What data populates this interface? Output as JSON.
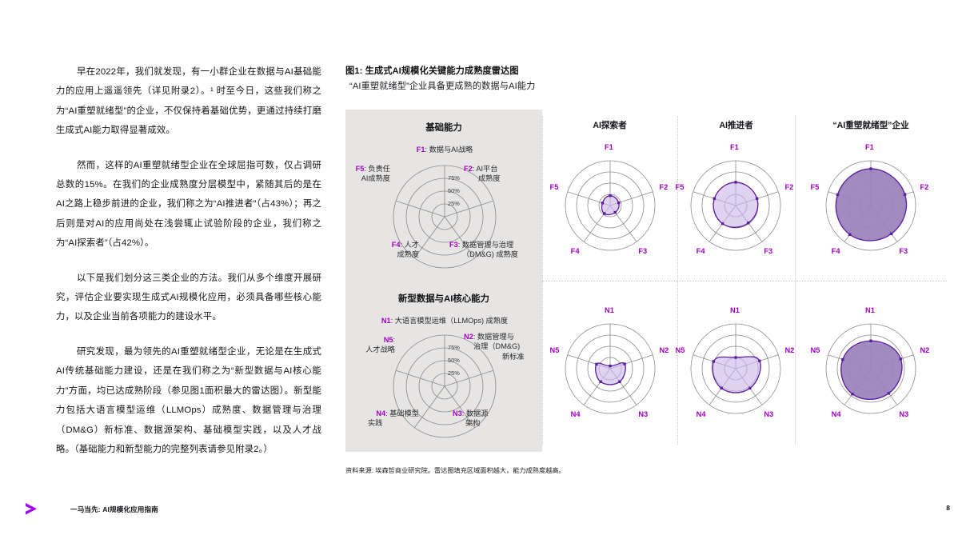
{
  "body_paragraphs": [
    "早在2022年，我们就发现，有一小群企业在数据与AI基础能力的应用上遥遥领先（详见附录2）。¹ 时至今日，这些我们称之为“AI重塑就绪型”的企业，不仅保持着基础优势，更通过持续打磨生成式AI能力取得显著成效。",
    "然而，这样的AI重塑就绪型企业在全球屈指可数，仅占调研总数的15%。在我们的企业成熟度分层模型中，紧随其后的是在AI之路上稳步前进的企业，我们称之为“AI推进者”（占43%）；再之后则是对AI的应用尚处在浅尝辄止试验阶段的企业，我们称之为“AI探索者”（占42%）。",
    "以下是我们划分这三类企业的方法。我们从多个维度开展研究，评估企业要实现生成式AI规模化应用，必须具备哪些核心能力，以及企业当前各项能力的建设水平。",
    "研究发现，最为领先的AI重塑就绪型企业，无论是在生成式AI传统基础能力建设，还是在我们称之为“新型数据与AI核心能力”方面，均已达成熟阶段（参见图1面积最大的雷达图）。新型能力包括大语言模型运维（LLMOps）成熟度、数据管理与治理（DM&G）新标准、数据源架构、基础模型实践，以及人才战略。（基础能力和新型能力的完整列表请参见附录2。）"
  ],
  "figure": {
    "title": "图1: 生成式AI规模化关键能力成熟度雷达图",
    "subtitle": "“AI重塑就绪型”企业具备更成熟的数据与AI能力",
    "source": "资料来源: 埃森哲商业研究院。雷达图填充区域面积越大，能力成熟度越高。",
    "legend_panels": [
      {
        "heading": "基础能力",
        "ring_labels": [
          "75%",
          "50%",
          "25%"
        ],
        "axes": [
          {
            "code": "F1",
            "label": "数据与AI战略"
          },
          {
            "code": "F2",
            "label": "AI平台\n成熟度"
          },
          {
            "code": "F3",
            "label": "数据管理与治理\n（DM&G) 成熟度"
          },
          {
            "code": "F4",
            "label": "人才\n成熟度"
          },
          {
            "code": "F5",
            "label": "负责任\nAI成熟度"
          }
        ]
      },
      {
        "heading": "新型数据与AI核心能力",
        "ring_labels": [
          "75%",
          "50%",
          "25%"
        ],
        "axes": [
          {
            "code": "N1",
            "label": "大语言模型运维（LLMOps) 成熟度"
          },
          {
            "code": "N2",
            "label": "数据管理与\n治理（DM&G)\n新标准"
          },
          {
            "code": "N3",
            "label": "数据源\n架构"
          },
          {
            "code": "N4",
            "label": "基础模型\n实践"
          },
          {
            "code": "N5",
            "label": "人才战略"
          }
        ]
      }
    ],
    "column_titles": [
      "AI探索者",
      "AI推进者",
      "“AI重塑就绪型”企业"
    ],
    "axis_tick_labels_foundational": [
      "F1",
      "F2",
      "F3",
      "F4",
      "F5"
    ],
    "axis_tick_labels_new": [
      "N1",
      "N2",
      "N3",
      "N4",
      "N5"
    ],
    "colors": {
      "fill_light": "#cdb6e8",
      "fill_dark": "#9d85bd",
      "stroke": "#5b1d9e",
      "accent_label": "#a100c2",
      "panel_bg": "#e6e5e4",
      "grid": "#8c8c90"
    }
  },
  "chart_data": [
    {
      "type": "radar",
      "title": "AI探索者",
      "group": "基础能力",
      "categories": [
        "F1",
        "F2",
        "F3",
        "F4",
        "F5"
      ],
      "values": [
        22,
        20,
        19,
        22,
        18
      ],
      "rlim": [
        0,
        100
      ],
      "rticks": [
        25,
        50,
        75,
        100
      ],
      "grid": true
    },
    {
      "type": "radar",
      "title": "AI推进者",
      "group": "基础能力",
      "categories": [
        "F1",
        "F2",
        "F3",
        "F4",
        "F5"
      ],
      "values": [
        52,
        50,
        48,
        50,
        50
      ],
      "rlim": [
        0,
        100
      ],
      "rticks": [
        25,
        50,
        75,
        100
      ],
      "grid": true
    },
    {
      "type": "radar",
      "title": "“AI重塑就绪型”企业",
      "group": "基础能力",
      "categories": [
        "F1",
        "F2",
        "F3",
        "F4",
        "F5"
      ],
      "values": [
        82,
        80,
        78,
        80,
        78
      ],
      "rlim": [
        0,
        100
      ],
      "rticks": [
        25,
        50,
        75,
        100
      ],
      "grid": true
    },
    {
      "type": "radar",
      "title": "AI探索者",
      "group": "新型数据与AI核心能力",
      "categories": [
        "N1",
        "N2",
        "N3",
        "N4",
        "N5"
      ],
      "values": [
        6,
        34,
        36,
        36,
        32
      ],
      "rlim": [
        0,
        100
      ],
      "rticks": [
        25,
        50,
        75,
        100
      ],
      "grid": true
    },
    {
      "type": "radar",
      "title": "AI推进者",
      "group": "新型数据与AI核心能力",
      "categories": [
        "N1",
        "N2",
        "N3",
        "N4",
        "N5"
      ],
      "values": [
        25,
        56,
        54,
        54,
        52
      ],
      "rlim": [
        0,
        100
      ],
      "rticks": [
        25,
        50,
        75,
        100
      ],
      "grid": true
    },
    {
      "type": "radar",
      "title": "“AI重塑就绪型”企业",
      "group": "新型数据与AI核心能力",
      "categories": [
        "N1",
        "N2",
        "N3",
        "N4",
        "N5"
      ],
      "values": [
        62,
        70,
        68,
        70,
        66
      ],
      "rlim": [
        0,
        100
      ],
      "rticks": [
        25,
        50,
        75,
        100
      ],
      "grid": true
    }
  ],
  "footer": {
    "document_title": "一马当先: AI规模化应用指南",
    "page_number": "8"
  }
}
